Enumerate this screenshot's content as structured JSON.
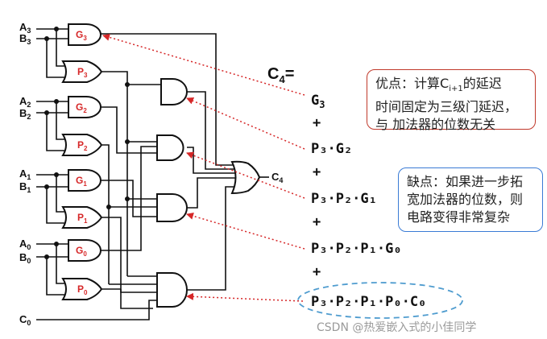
{
  "inputs": {
    "a3": "A",
    "a3_sub": "3",
    "b3": "B",
    "b3_sub": "3",
    "a2": "A",
    "a2_sub": "2",
    "b2": "B",
    "b2_sub": "2",
    "a1": "A",
    "a1_sub": "1",
    "b1": "B",
    "b1_sub": "1",
    "a0": "A",
    "a0_sub": "0",
    "b0": "B",
    "b0_sub": "0",
    "c0": "C",
    "c0_sub": "0"
  },
  "gates": {
    "g3": "G",
    "g3_sub": "3",
    "p3": "P",
    "p3_sub": "3",
    "g2": "G",
    "g2_sub": "2",
    "p2": "P",
    "p2_sub": "2",
    "g1": "G",
    "g1_sub": "1",
    "p1": "P",
    "p1_sub": "1",
    "g0": "G",
    "g0_sub": "0",
    "p0": "P",
    "p0_sub": "0"
  },
  "output": {
    "c4": "C",
    "c4_sub": "4"
  },
  "formula": {
    "head": "C",
    "head_sub": "4",
    "head_eq": "=",
    "term1": "G",
    "term1_sub": "3",
    "plus1": "+",
    "term2": "P₃·G₂",
    "plus2": "+",
    "term3": "P₃·P₂·G₁",
    "plus3": "+",
    "term4": "P₃·P₂·P₁·G₀",
    "plus4": "+",
    "term5": "P₃·P₂·P₁·P₀·C₀"
  },
  "notes": {
    "advantage_pre": "优点：计算C",
    "advantage_sub": "i+1",
    "advantage_post": "的延迟",
    "advantage_line2": "时间固定为三级门延迟，",
    "advantage_line3": "与  加法器的位数无关",
    "disadvantage_line1": "缺点：如果进一步拓",
    "disadvantage_line2": "宽加法器的位数，则",
    "disadvantage_line3": "电路变得非常复杂"
  },
  "watermark": "CSDN @热爱嵌入式的小佳同学",
  "colors": {
    "gate_label": "#d62728",
    "arrow": "#d62728",
    "wire": "#111111",
    "adv_border": "#c0392b",
    "dis_border": "#3a7bd5",
    "ellipse": "#4f9ccf"
  }
}
